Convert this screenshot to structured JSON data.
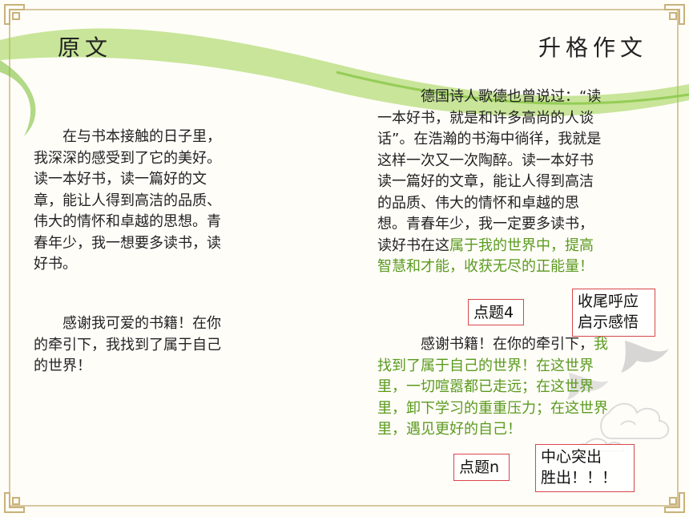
{
  "left": {
    "title": "原文",
    "p1": "在与书本接触的日子里，我深深的感受到了它的美好。读一本好书，读一篇好的文章，能让人得到高洁的品质、伟大的情怀和卓越的思想。青春年少，我一想要多读书，读好书。",
    "p2": "感谢我可爱的书籍！在你的牵引下，我找到了属于自己的世界！"
  },
  "right": {
    "title": "升格作文",
    "p1_plain": "德国诗人歌德也曾说过：“读一本好书，就是和许多高尚的人谈话”。在浩瀚的书海中徜徉，我就是这样一次又一次陶醉。读一本好书读一篇好的文章，能让人得到高洁的品质、伟大的情怀和卓越的思想。青春年少，我一定要多读书，读好书在这",
    "p1_green": "属于我的世界中，提高智慧和才能，收获无尽的正能量！",
    "p2_plain": "感谢书籍！在你的牵引下，",
    "p2_green": "我找到了属于自己的世界！在这世界里，一切喧嚣都已走远；在这世界里，卸下学习的重重压力；在这世界里，遇见更好的自己！"
  },
  "annotations": {
    "a1": "点题4",
    "a2_l1": "收尾呼应",
    "a2_l2": "启示感悟",
    "a3": "点题n",
    "a4_l1": "中心突出",
    "a4_l2": "胜出！！！"
  },
  "colors": {
    "green_text": "#5a9a1e",
    "box_border": "#d9464a",
    "swoosh": "#9bd24a",
    "frame": "#d8c8a0"
  }
}
